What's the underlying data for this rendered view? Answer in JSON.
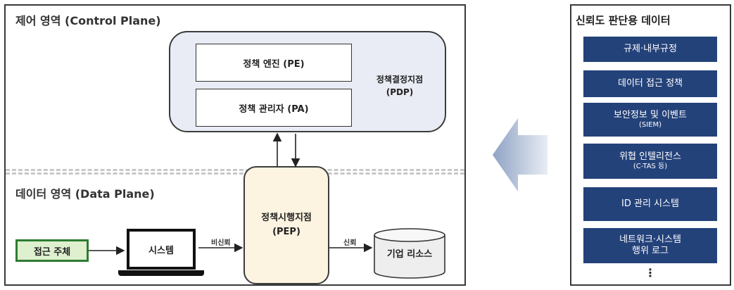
{
  "control_plane": {
    "title": "제어 영역 (Control Plane)"
  },
  "pdp": {
    "engine": "정책 엔진 (PE)",
    "admin": "정책 관리자 (PA)",
    "label_line1": "정책결정지점",
    "label_line2": "(PDP)",
    "fill_color": "#e9ecf5"
  },
  "data_plane": {
    "title": "데이터 영역 (Data Plane)"
  },
  "pep": {
    "label_line1": "정책시행지점",
    "label_line2": "(PEP)",
    "fill_color": "#fdf3e1"
  },
  "subject": {
    "label": "접근 주체",
    "fill_color": "#dff0cf",
    "border_color": "#2e7d32"
  },
  "system": {
    "label": "시스템"
  },
  "edges": {
    "untrusted": "비신뢰",
    "trusted": "신뢰"
  },
  "resource": {
    "label": "기업 리소스"
  },
  "trust_data": {
    "title": "신뢰도 판단용 데이터",
    "item_color": "#24427a",
    "items": [
      {
        "label": "규제·내부규정",
        "sub": ""
      },
      {
        "label": "데이터 접근 정책",
        "sub": ""
      },
      {
        "label": "보안정보 및 이벤트",
        "sub": "(SIEM)"
      },
      {
        "label": "위협 인텔리전스",
        "sub": "(C-TAS 등)"
      },
      {
        "label": "ID 관리 시스템",
        "sub": ""
      },
      {
        "label": "네트워크·시스템",
        "sub": "행위 로그"
      }
    ],
    "more": "⋮"
  },
  "flow_arrow_icon": "arrow-left-icon"
}
